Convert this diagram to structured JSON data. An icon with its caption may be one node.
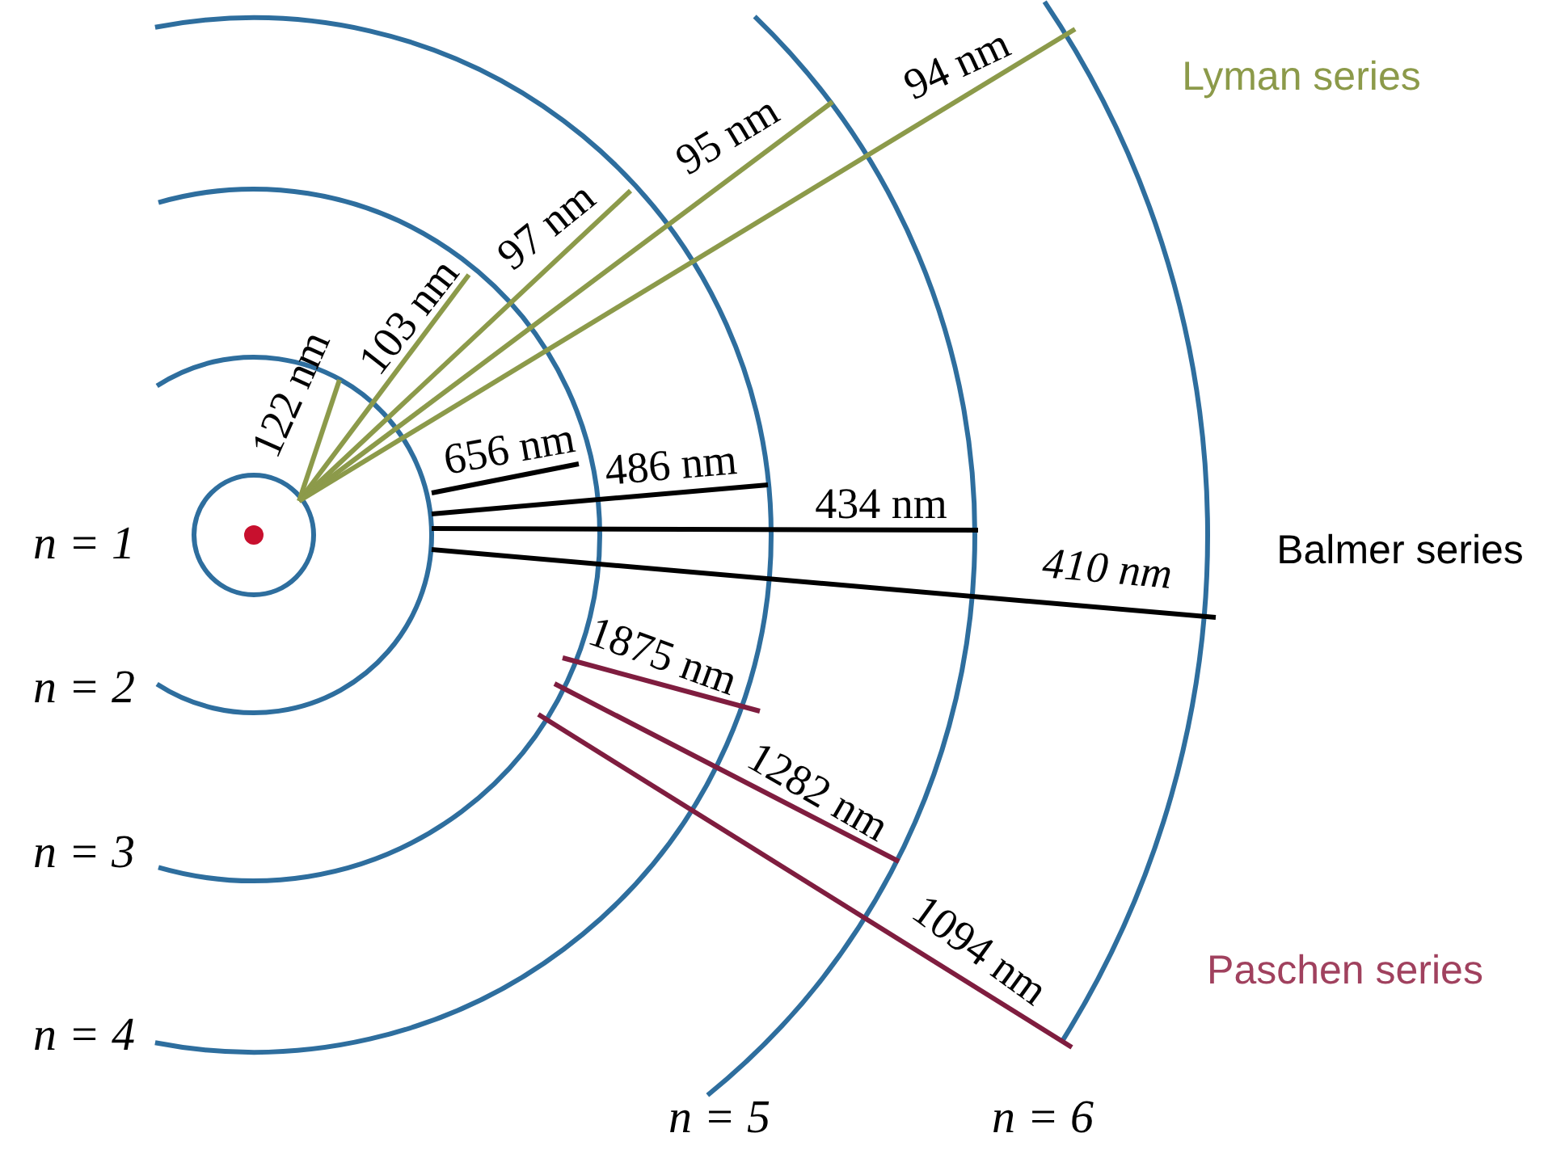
{
  "diagram": {
    "labels": [
      "Lyman series",
      "94 nm",
      "95 nm",
      "97 nm",
      "103 nm",
      "122 nm",
      "656 nm",
      "486 nm",
      "434 nm",
      "n = 1",
      "Balmer series",
      "410 nm",
      "n = 2",
      "1875 nm",
      "1282 nm",
      "n = 3",
      "1094 nm",
      "Paschen series",
      "n = 4",
      "n = 5",
      "n = 6"
    ]
  }
}
